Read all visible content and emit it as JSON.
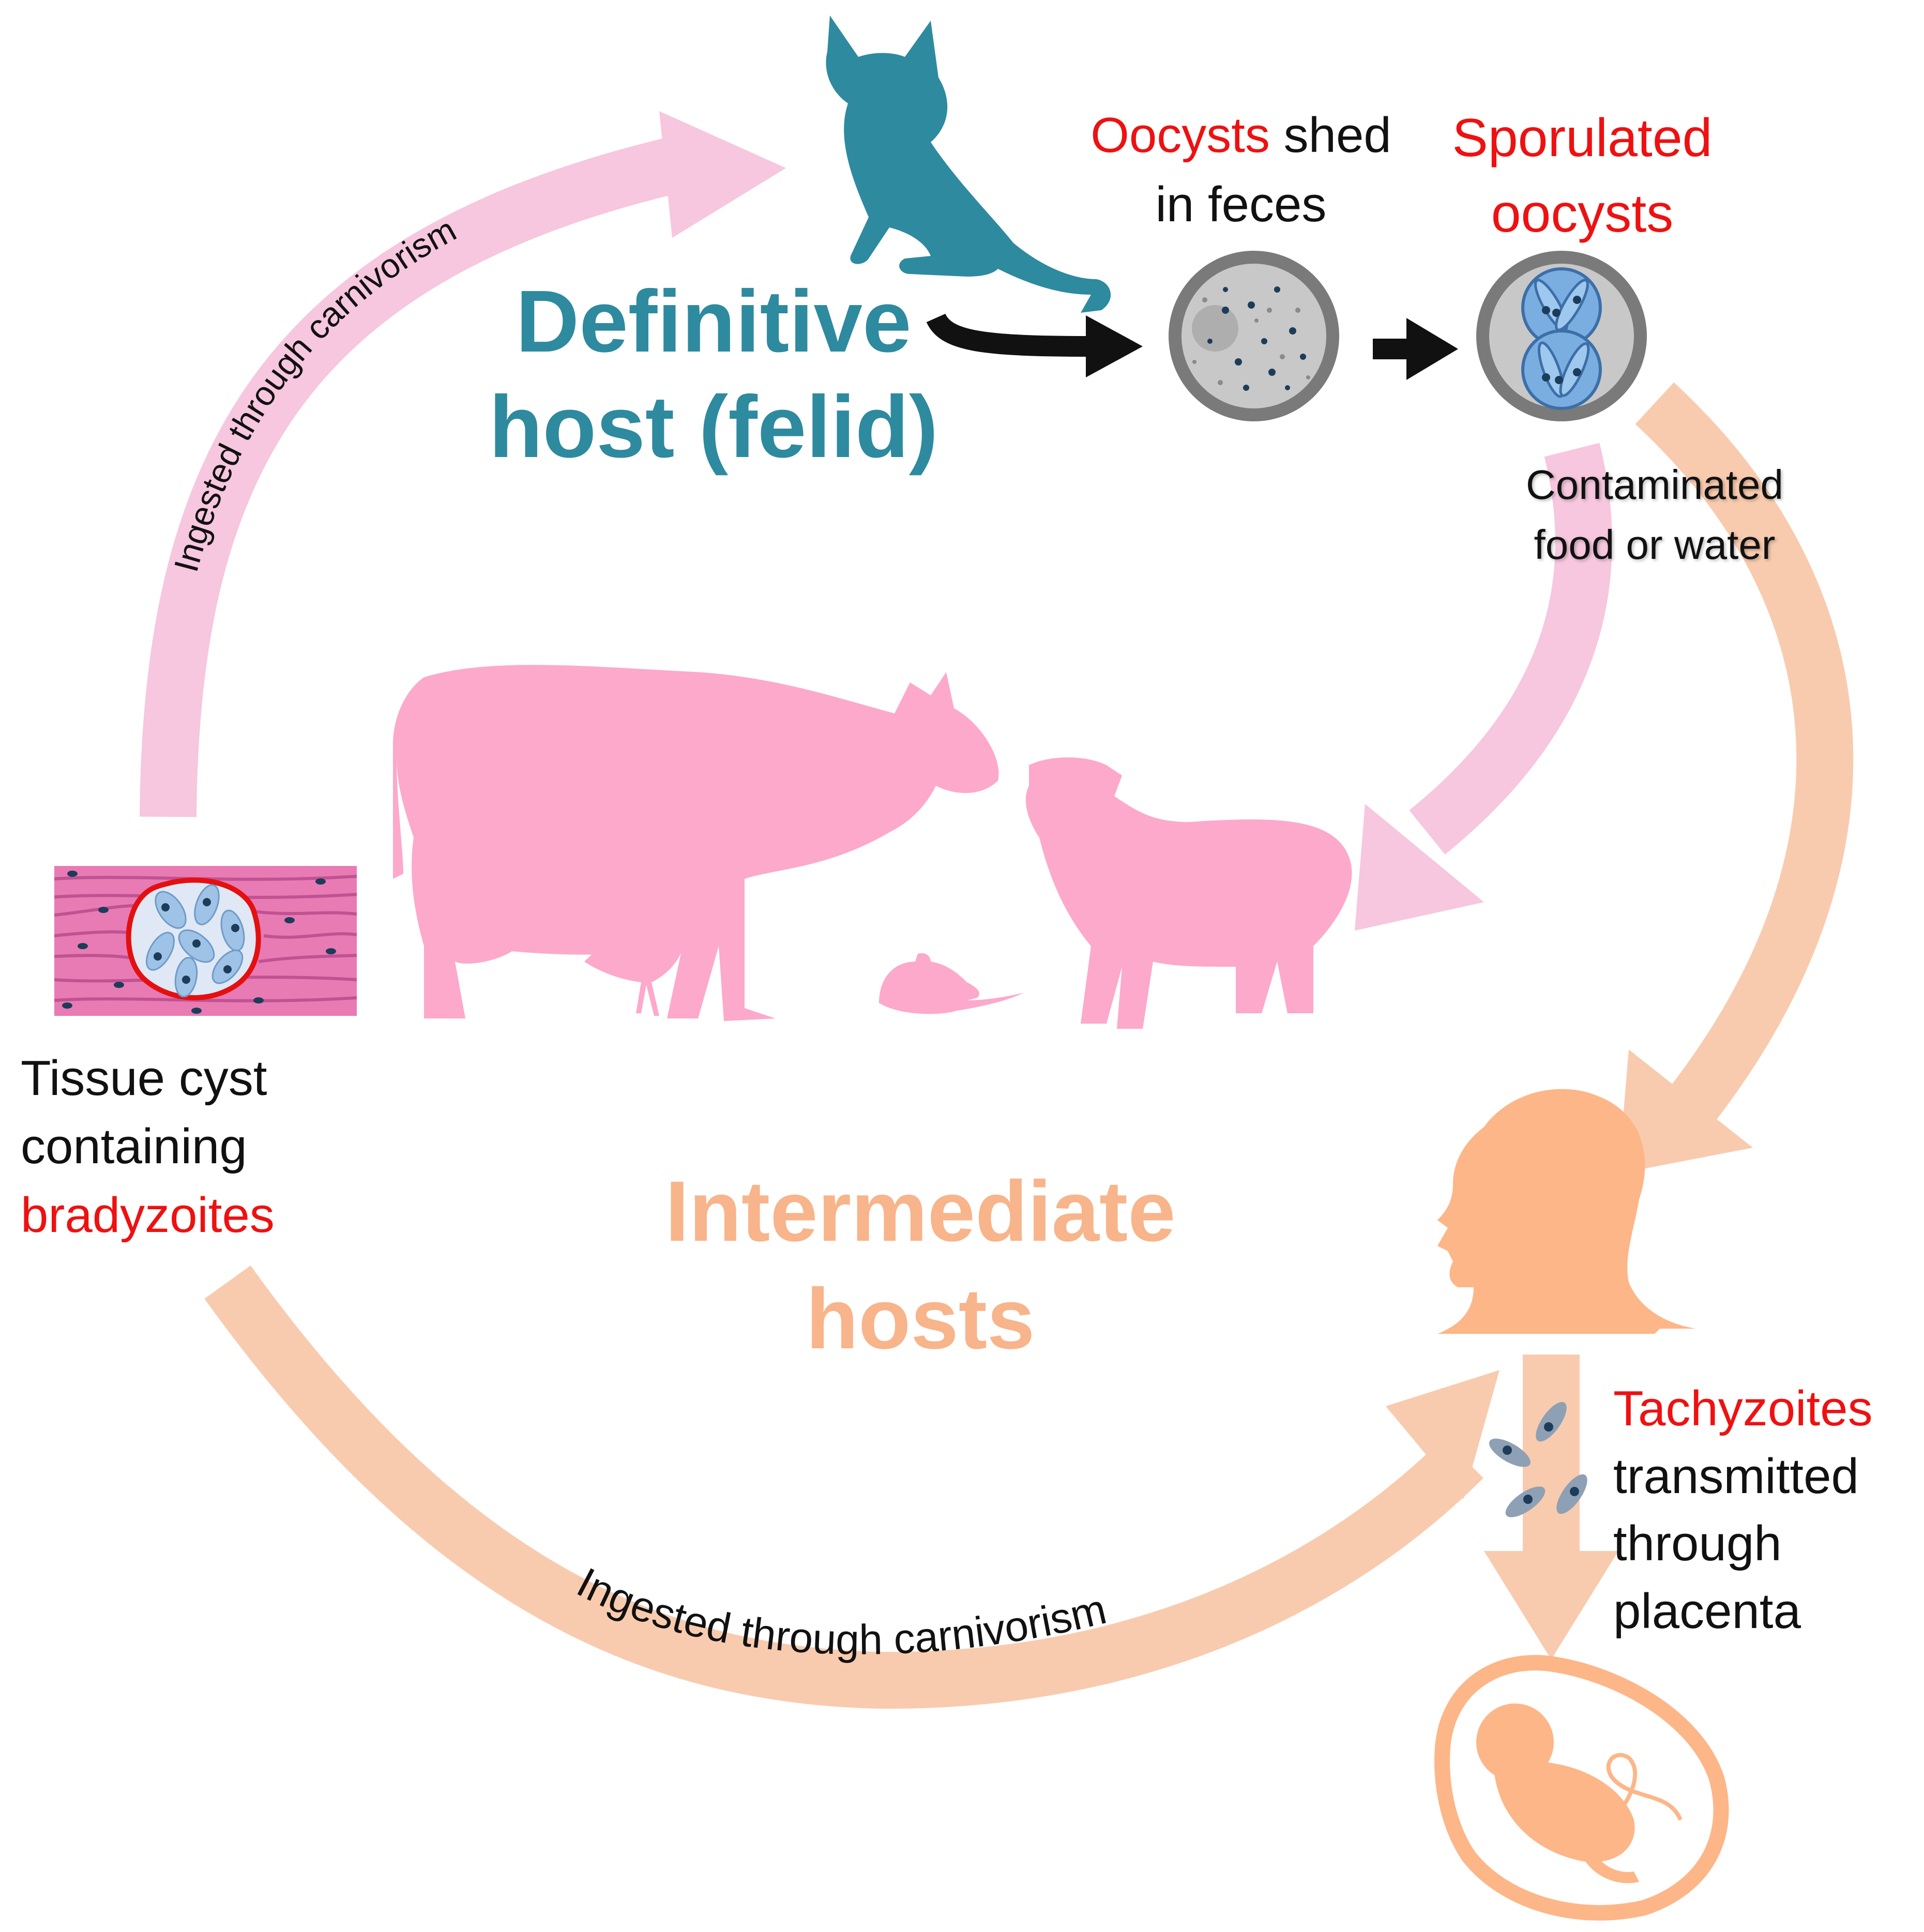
{
  "colors": {
    "teal": "#2e8a9f",
    "pink": "#fca9cb",
    "pink_light": "#f6c7de",
    "peach": "#fdb688",
    "peach_light": "#f8cbaf",
    "red": "#ee1111",
    "black": "#111111",
    "cyst_blue": "#9fc3e6",
    "muscle": "#e87bb4"
  },
  "definitive_host": {
    "line1": "Definitive",
    "line2": "host (felid)"
  },
  "oocysts": {
    "red": "Oocysts",
    "rest": " shed",
    "line2": "in feces"
  },
  "sporulated": {
    "line1": "Sporulated",
    "line2": "oocysts"
  },
  "contaminated": {
    "line1": "Contaminated",
    "line2": "food or water"
  },
  "intermediate": {
    "line1": "Intermediate",
    "line2": "hosts"
  },
  "tissue_cyst": {
    "line1": "Tissue cyst",
    "line2": "containing",
    "line3": "bradyzoites"
  },
  "tachyzoites": {
    "line1": "Tachyzoites",
    "line2": "transmitted",
    "line3": "through",
    "line4": "placenta"
  },
  "arc_labels": {
    "top_left": "Ingested through carnivorism",
    "bottom": "Ingested through carnivorism"
  },
  "icons": [
    "cat-icon",
    "cow-icon",
    "sheep-icon",
    "bird-icon",
    "mouse-icon",
    "woman-head-icon",
    "fetus-icon",
    "oocyst-icon",
    "sporulated-oocyst-icon",
    "tissue-cyst-icon",
    "tachyzoite-icon"
  ]
}
